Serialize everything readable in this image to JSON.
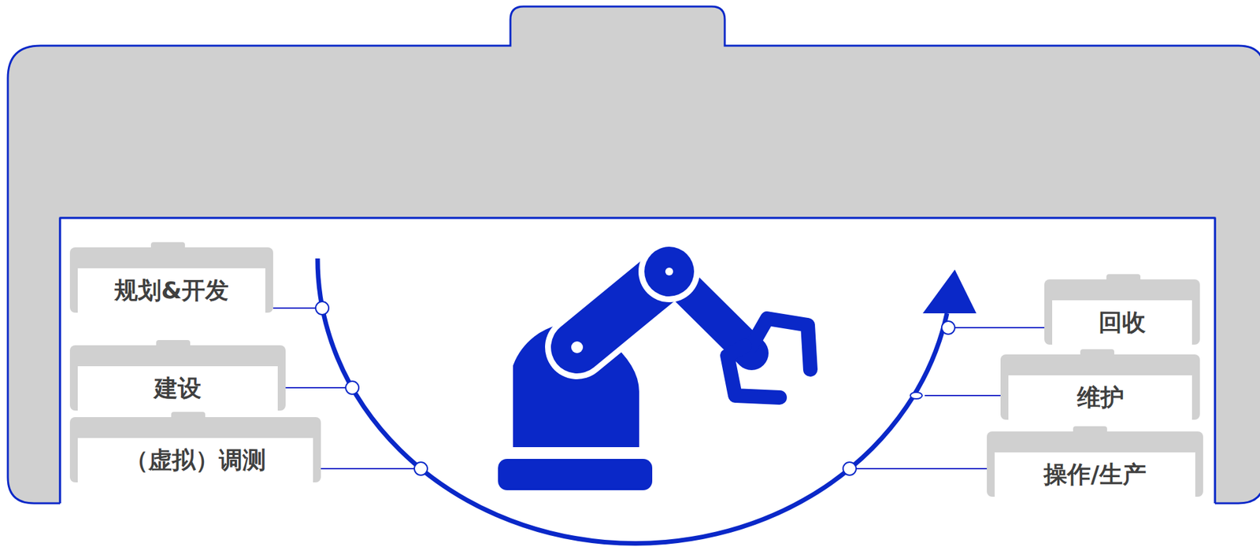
{
  "diagram": {
    "nodes": [
      {
        "text": [
          "规划&开发"
        ]
      },
      {
        "text": [
          "建设"
        ]
      },
      {
        "text": [
          "（虚拟）调测"
        ]
      },
      {
        "text": [
          "回收"
        ]
      },
      {
        "text": [
          "维护"
        ]
      },
      {
        "text": [
          "操作/生产"
        ]
      }
    ]
  }
}
